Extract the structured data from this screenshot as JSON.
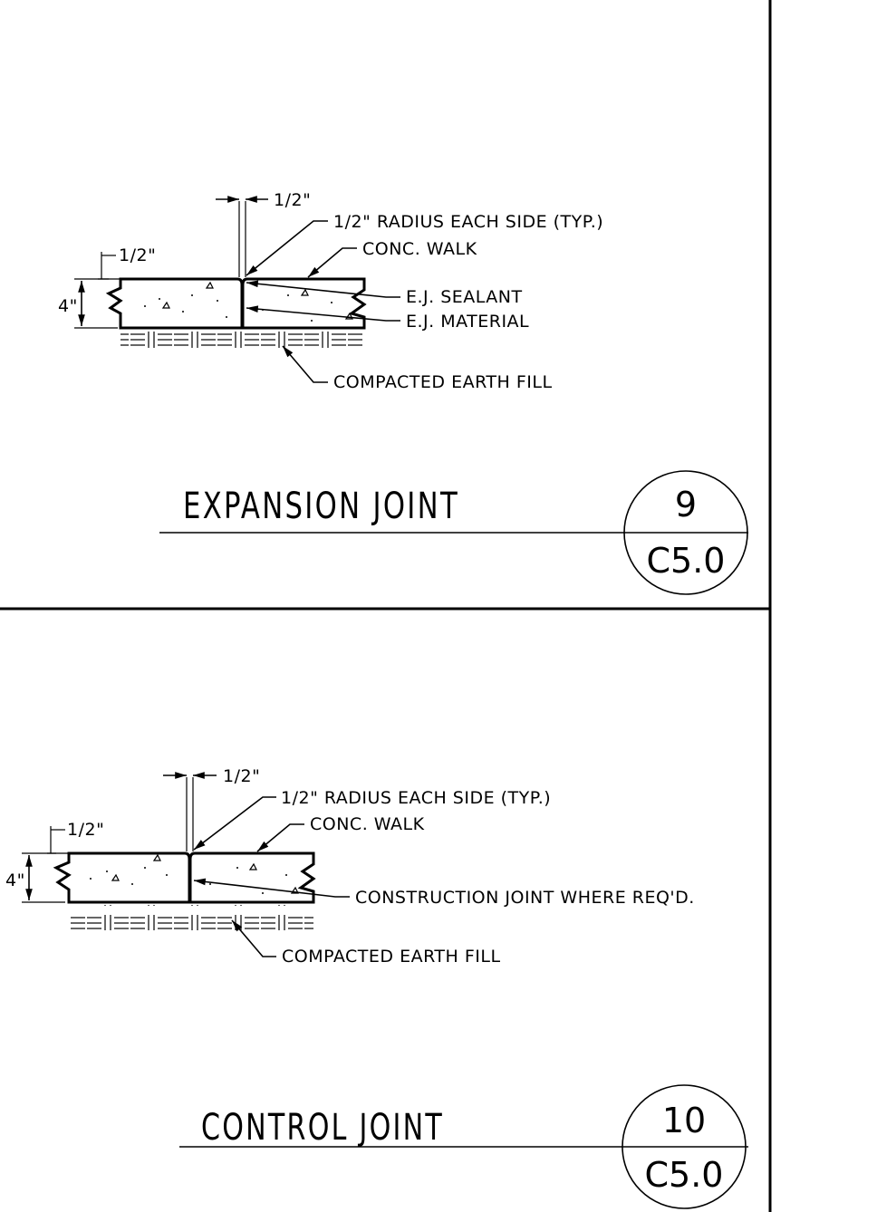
{
  "details": [
    {
      "id": "expansion",
      "title": "EXPANSION JOINT",
      "detail_number": "9",
      "sheet": "C5.0",
      "dim_joint": "1/2\"",
      "dim_radius": "1/2\"",
      "dim_depth": "4\"",
      "labels": {
        "radius": "1/2\" RADIUS EACH SIDE (TYP.)",
        "walk": "CONC. WALK",
        "sealant": "E.J. SEALANT",
        "material": "E.J. MATERIAL",
        "fill": "COMPACTED EARTH FILL"
      }
    },
    {
      "id": "control",
      "title": "CONTROL JOINT",
      "detail_number": "10",
      "sheet": "C5.0",
      "dim_joint": "1/2\"",
      "dim_radius": "1/2\"",
      "dim_depth": "4\"",
      "labels": {
        "radius": "1/2\" RADIUS EACH SIDE (TYP.)",
        "walk": "CONC. WALK",
        "joint": "CONSTRUCTION JOINT WHERE REQ'D.",
        "fill": "COMPACTED EARTH FILL"
      }
    }
  ]
}
